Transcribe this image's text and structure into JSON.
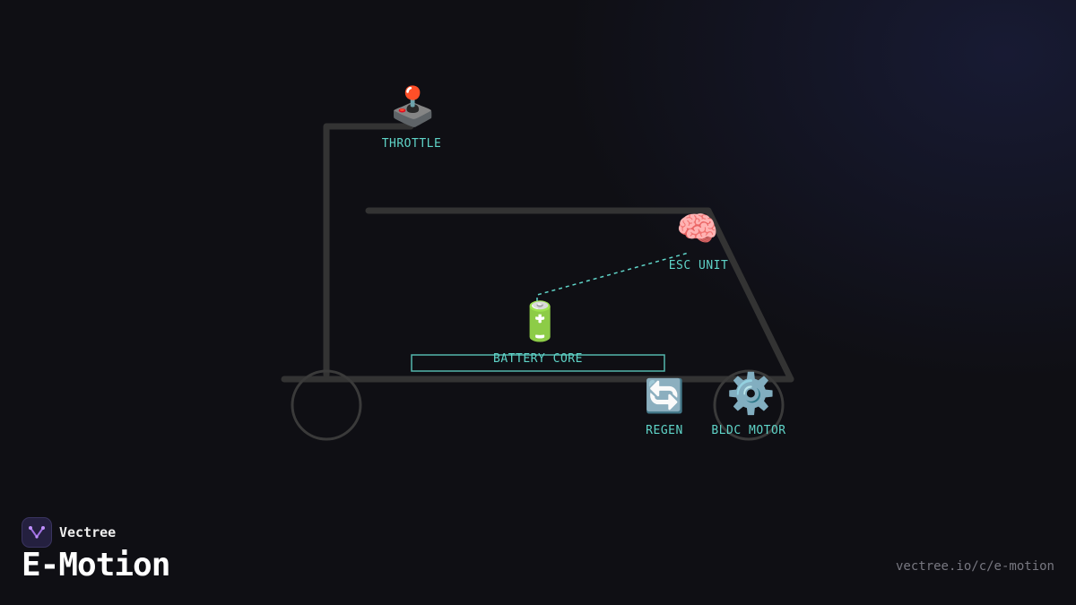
{
  "brand": {
    "name": "Vectree",
    "logo_icon": "vectree-logo-icon",
    "accent": "#a070e0"
  },
  "page": {
    "title": "E-Motion",
    "url": "vectree.io/c/e-motion"
  },
  "diagram": {
    "frame_color": "#333333",
    "accent": "#5fd4c8",
    "nodes": [
      {
        "id": "throttle",
        "label": "THROTTLE",
        "icon": "joystick-icon",
        "glyph": "🕹️"
      },
      {
        "id": "esc",
        "label": "ESC UNIT",
        "icon": "brain-icon",
        "glyph": "🧠"
      },
      {
        "id": "battery",
        "label": "BATTERY CORE",
        "icon": "battery-icon",
        "glyph": "🔋"
      },
      {
        "id": "regen",
        "label": "REGEN",
        "icon": "refresh-icon",
        "glyph": "🔄"
      },
      {
        "id": "motor",
        "label": "BLDC MOTOR",
        "icon": "gear-icon",
        "glyph": "⚙️"
      }
    ]
  }
}
